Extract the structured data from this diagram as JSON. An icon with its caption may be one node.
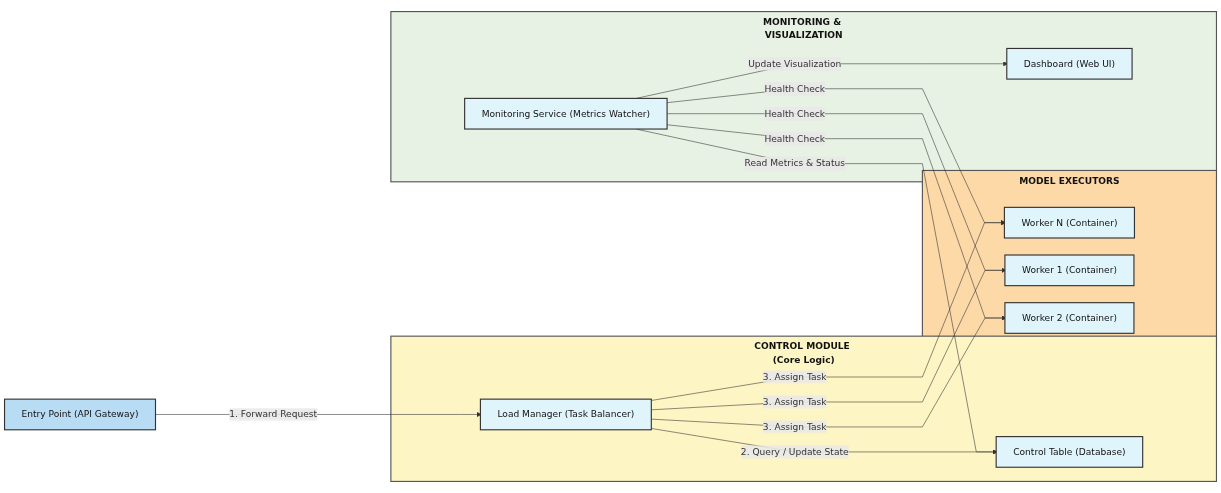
{
  "diagram": {
    "nodes": [
      {
        "text": [
          "CONTROL MODULE (Core Logic)"
        ]
      },
      {
        "text": [
          "Load Manager (Task Balancer)"
        ],
        "in": 0
      },
      {
        "text": [
          "Control Table (Database)"
        ],
        "in": 0
      },
      {
        "text": [
          "Entry Point (API Gateway)"
        ]
      },
      {
        "text": [
          "MODEL EXECUTORS"
        ]
      },
      {
        "text": [
          "Worker N (Container)"
        ],
        "in": 4
      },
      {
        "text": [
          "Worker 1 (Container)"
        ],
        "in": 4
      },
      {
        "text": [
          "Worker 2 (Container)"
        ],
        "in": 4
      },
      {
        "text": [
          "MONITORING & VISUALIZATION"
        ]
      },
      {
        "text": [
          "Monitoring Service (Metrics Watcher)"
        ],
        "in": 8
      },
      {
        "text": [
          "Dashboard (Web UI)"
        ],
        "in": 8
      }
    ],
    "edges": [
      {
        "from": 3,
        "to": 1,
        "arrow": "to",
        "label": "1. Forward Request"
      },
      {
        "from": 1,
        "to": 2,
        "arrow": "to",
        "label": "2. Query / Update State"
      },
      {
        "from": 1,
        "to": 5,
        "arrow": "to",
        "label": "3. Assign Task"
      },
      {
        "from": 1,
        "to": 6,
        "arrow": "to",
        "label": "3. Assign Task"
      },
      {
        "from": 1,
        "to": 7,
        "arrow": "to",
        "label": "3. Assign Task"
      },
      {
        "from": 9,
        "to": 2,
        "arrow": "to",
        "label": "Read Metrics & Status"
      },
      {
        "from": 9,
        "to": 5,
        "arrow": "to",
        "label": "Health Check"
      },
      {
        "from": 9,
        "to": 6,
        "arrow": "to",
        "label": "Health Check"
      },
      {
        "from": 9,
        "to": 7,
        "arrow": "to",
        "label": "Health Check"
      },
      {
        "from": 9,
        "to": 10,
        "arrow": "to",
        "label": "Update Visualization"
      }
    ]
  }
}
